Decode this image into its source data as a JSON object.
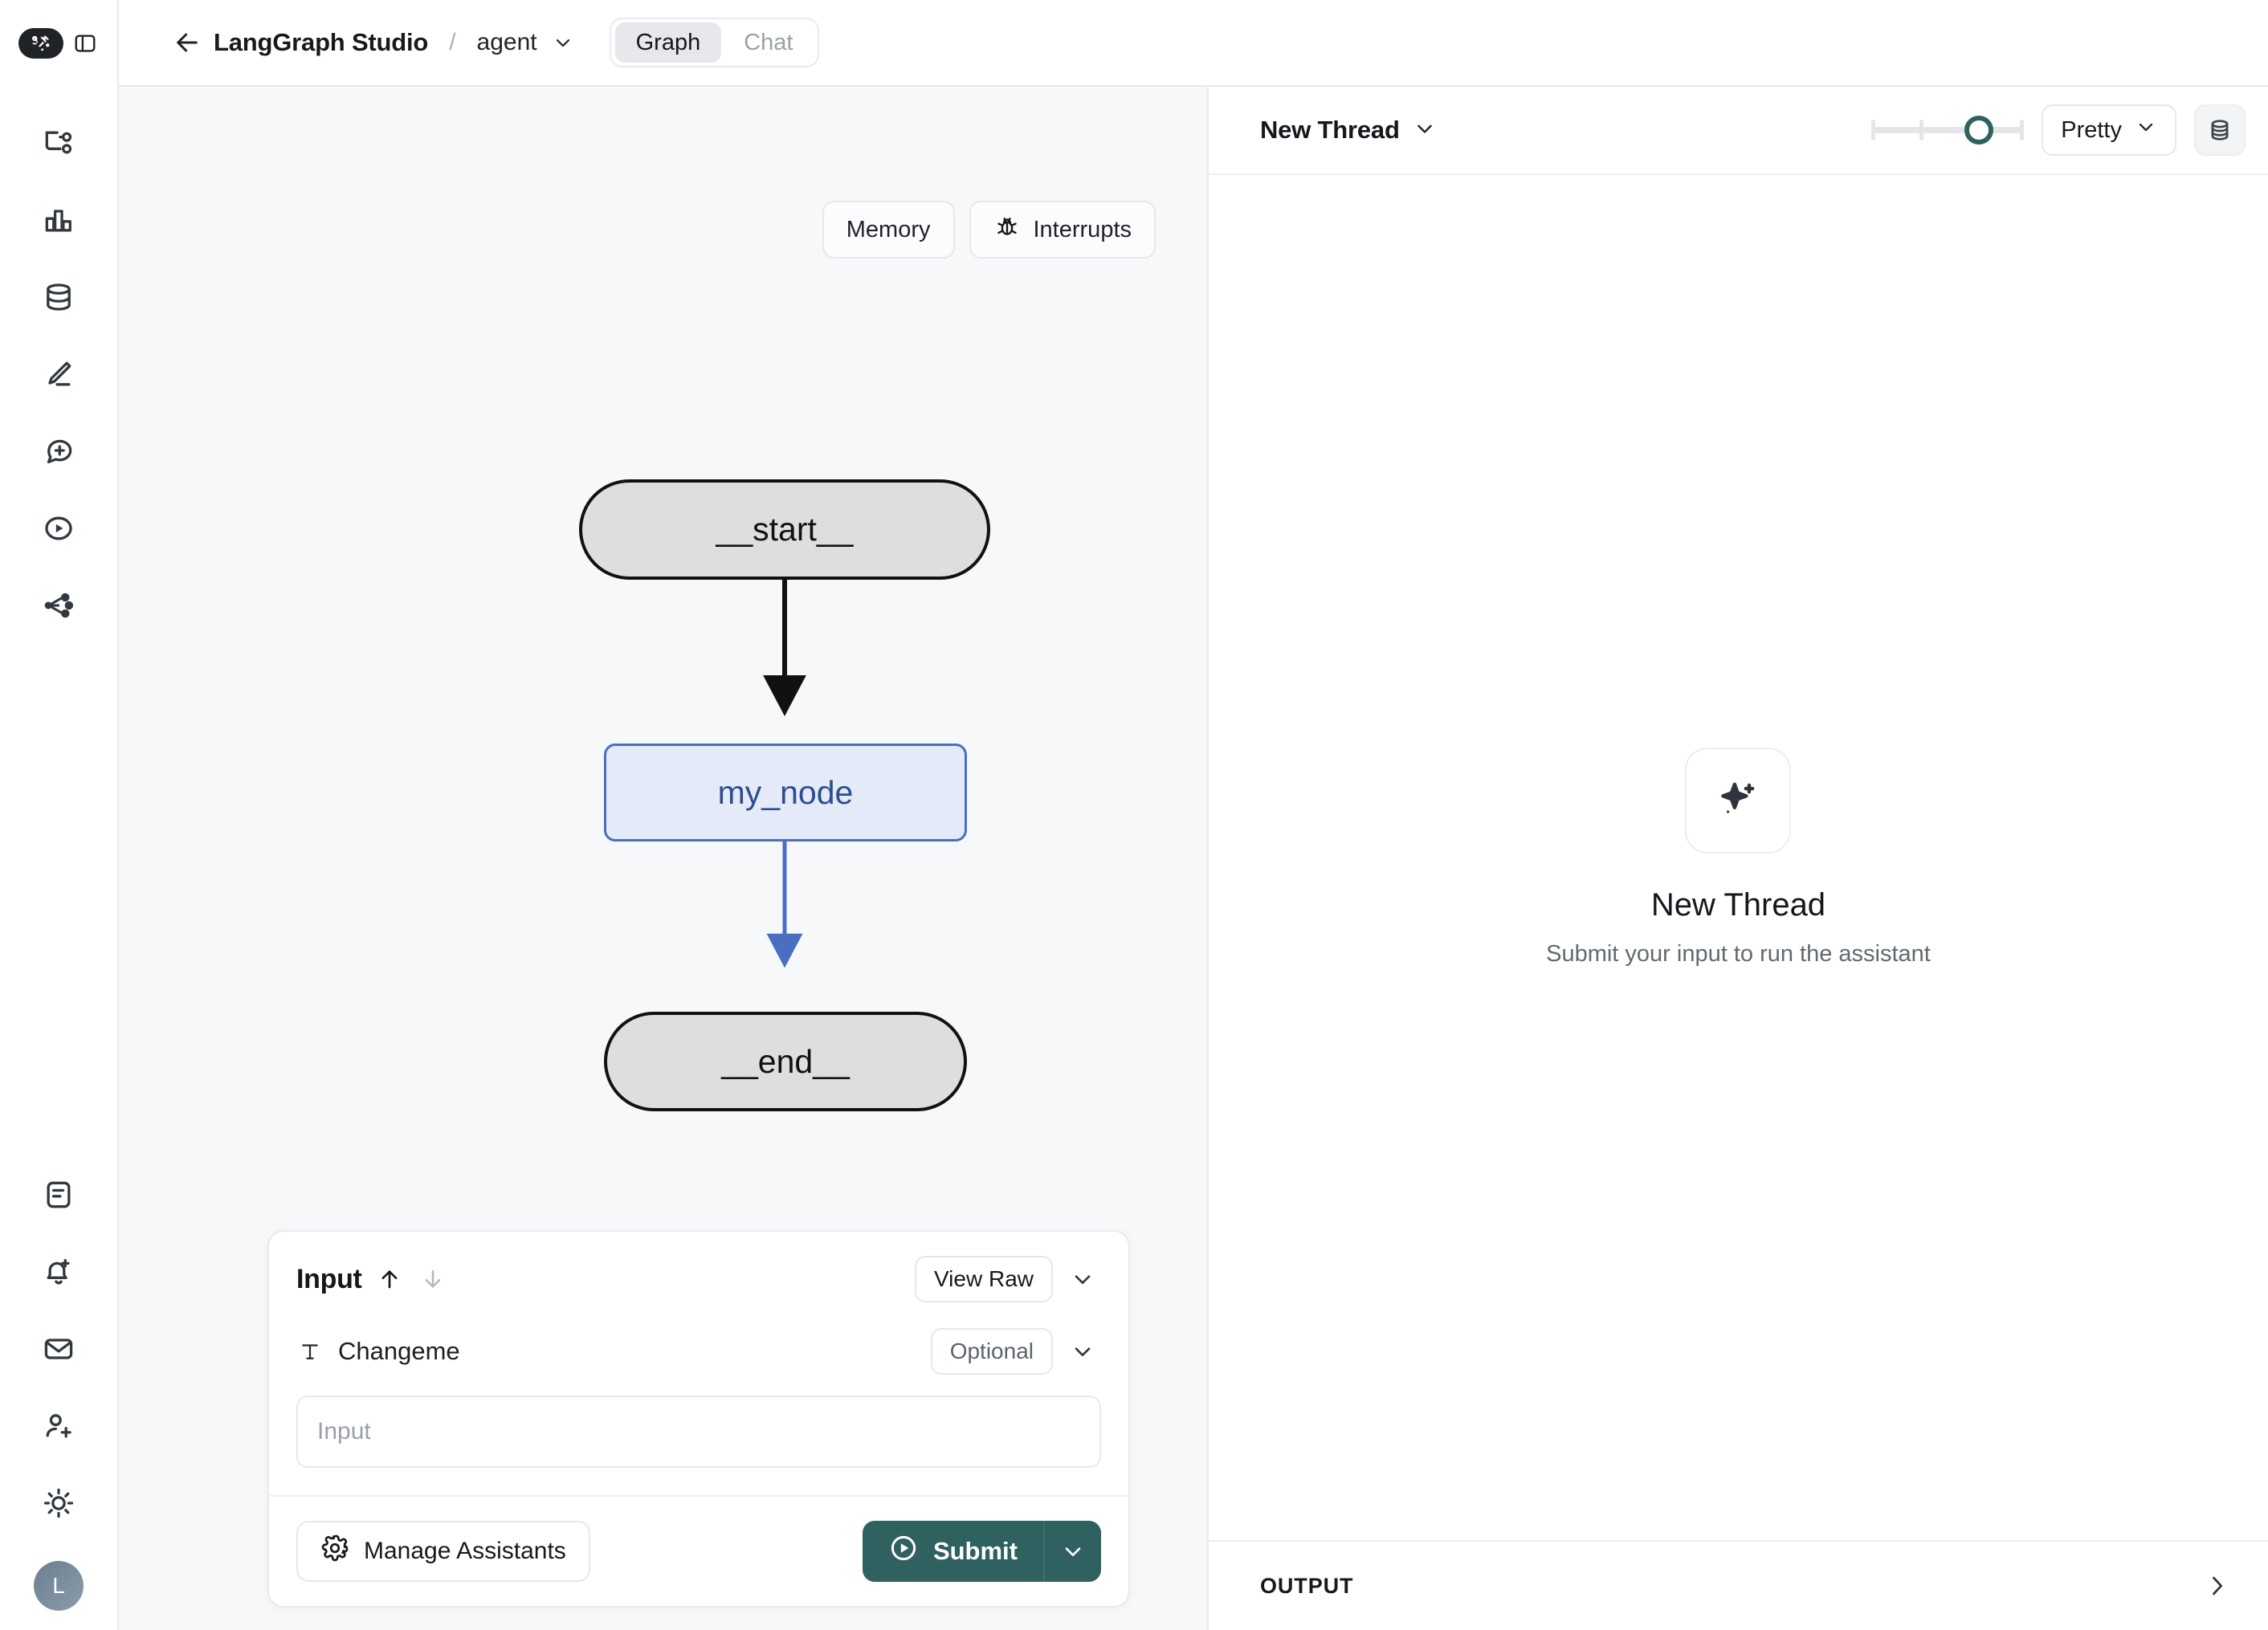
{
  "app": {
    "logo_icon": "langchain-parrot-tools-logo",
    "sidebar_toggle_icon": "panel-toggle-icon"
  },
  "topbar": {
    "back_icon": "arrow-left-icon",
    "title": "LangGraph Studio",
    "separator": "/",
    "assistant": "agent",
    "assistant_chevron_icon": "chevron-down-icon",
    "tabs": [
      {
        "label": "Graph",
        "active": true
      },
      {
        "label": "Chat",
        "active": false
      }
    ]
  },
  "rail": {
    "top_items": [
      {
        "name": "graph-runs-icon",
        "label": "Runs"
      },
      {
        "name": "bar-chart-icon",
        "label": "Monitor"
      },
      {
        "name": "database-icon",
        "label": "Datasets"
      },
      {
        "name": "pencil-icon",
        "label": "Annotate"
      },
      {
        "name": "prompt-add-icon",
        "label": "Prompts"
      },
      {
        "name": "playground-play-icon",
        "label": "Playground"
      },
      {
        "name": "deployments-share-icon",
        "label": "Deployments"
      }
    ],
    "bottom_items": [
      {
        "name": "docs-icon",
        "label": "Docs"
      },
      {
        "name": "bell-plus-icon",
        "label": "Alerts"
      },
      {
        "name": "mail-icon",
        "label": "Messages"
      },
      {
        "name": "user-plus-icon",
        "label": "Invite"
      },
      {
        "name": "sun-icon",
        "label": "Theme"
      }
    ],
    "avatar_initial": "L"
  },
  "graph": {
    "toolbar": [
      {
        "label": "Memory",
        "icon": null
      },
      {
        "label": "Interrupts",
        "icon": "bug-icon"
      }
    ],
    "nodes": [
      {
        "id": "start",
        "label": "__start__",
        "type": "terminal"
      },
      {
        "id": "my_node",
        "label": "my_node",
        "type": "step"
      },
      {
        "id": "end",
        "label": "__end__",
        "type": "terminal"
      }
    ],
    "edges": [
      {
        "from": "start",
        "to": "my_node",
        "color": "#111111"
      },
      {
        "from": "my_node",
        "to": "end",
        "color": "#4A6FC0"
      }
    ],
    "colors": {
      "canvas": "#F6F8FA",
      "terminal_fill": "#DEDEDE",
      "terminal_stroke": "#111111",
      "step_fill": "#E4EAF7",
      "step_stroke": "#4A6FC0",
      "step_text": "#2E4E91"
    }
  },
  "input_panel": {
    "title": "Input",
    "arrow_up_icon": "arrow-up-icon",
    "arrow_down_icon": "arrow-down-icon",
    "view_raw_label": "View Raw",
    "collapse_icon": "chevron-down-icon",
    "field": {
      "type_icon": "text-type-icon",
      "label": "Changeme",
      "badge": "Optional",
      "badge_chevron_icon": "chevron-down-icon",
      "value": "",
      "placeholder": "Input"
    },
    "manage_assistants_label": "Manage Assistants",
    "manage_assistants_icon": "gear-icon",
    "submit_label": "Submit",
    "submit_icon": "play-circle-icon",
    "submit_menu_icon": "chevron-down-icon",
    "submit_color": "#2F6160"
  },
  "right_panel": {
    "thread_name": "New Thread",
    "thread_chevron_icon": "chevron-down-icon",
    "slider": {
      "value_icon": "slider-thumb",
      "accent": "#2F6160"
    },
    "format_select": "Pretty",
    "format_chevron_icon": "chevron-down-icon",
    "state_toggle_icon": "database-icon",
    "empty_state": {
      "icon": "sparkles-icon",
      "title": "New Thread",
      "subtitle": "Submit your input to run the assistant"
    },
    "footer": {
      "label": "OUTPUT",
      "expand_icon": "chevron-right-icon"
    }
  }
}
